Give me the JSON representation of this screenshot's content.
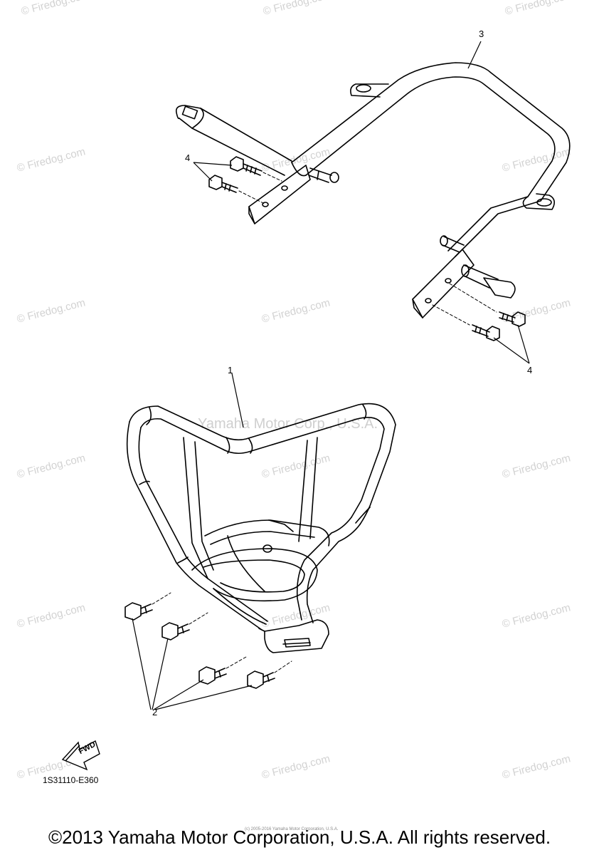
{
  "watermark": {
    "text": "© Firedog.com",
    "brand_text": "Yamaha Motor Corp., U.S.A."
  },
  "callouts": {
    "part_1": "1",
    "part_2": "2",
    "part_3": "3",
    "part_4_upper": "4",
    "part_4_lower": "4"
  },
  "fwd_label": "FWD",
  "diagram_code": "1S31110-E360",
  "tiny_copyright": "(c) 2005-2016 Yamaha Motor Corporation, U.S.A.",
  "copyright": "©2013 Yamaha Motor Corporation, U.S.A. All rights reserved.",
  "colors": {
    "line": "#000000",
    "watermark": "#d2d2d2"
  }
}
